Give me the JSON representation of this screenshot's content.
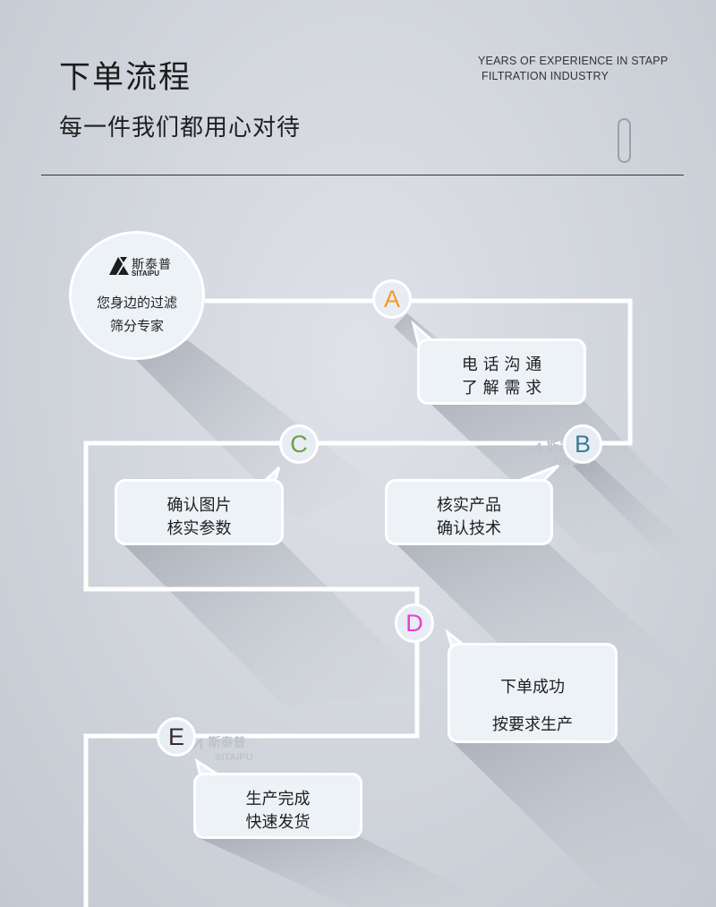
{
  "header": {
    "title": "下单流程",
    "subtitle": "每一件我们都用心对待",
    "english_line1": "YEARS OF EXPERIENCE IN STAPP",
    "english_line2": "FILTRATION INDUSTRY"
  },
  "logo": {
    "cn": "斯泰普",
    "en": "SITAIPU",
    "line1": "您身边的过滤",
    "line2": "筛分专家"
  },
  "steps": [
    {
      "letter": "A",
      "color": "#f39a2b",
      "line1": "电 话 沟 通",
      "line2": "了 解 需 求"
    },
    {
      "letter": "B",
      "color": "#3b7d95",
      "line1": "核实产品",
      "line2": "确认技术"
    },
    {
      "letter": "C",
      "color": "#6aa04a",
      "line1": "确认图片",
      "line2": "核实参数"
    },
    {
      "letter": "D",
      "color": "#e43fd6",
      "line1": "下单成功",
      "line2": "按要求生产"
    },
    {
      "letter": "E",
      "color": "#3a2a2a",
      "line1": "生产完成",
      "line2": "快速发货"
    }
  ],
  "watermark": {
    "cn": "斯泰普",
    "en": "SITAIPU"
  },
  "colors": {
    "line": "#ffffff",
    "bubble": "#edf2f7",
    "shadow": "#9aa0aa"
  }
}
